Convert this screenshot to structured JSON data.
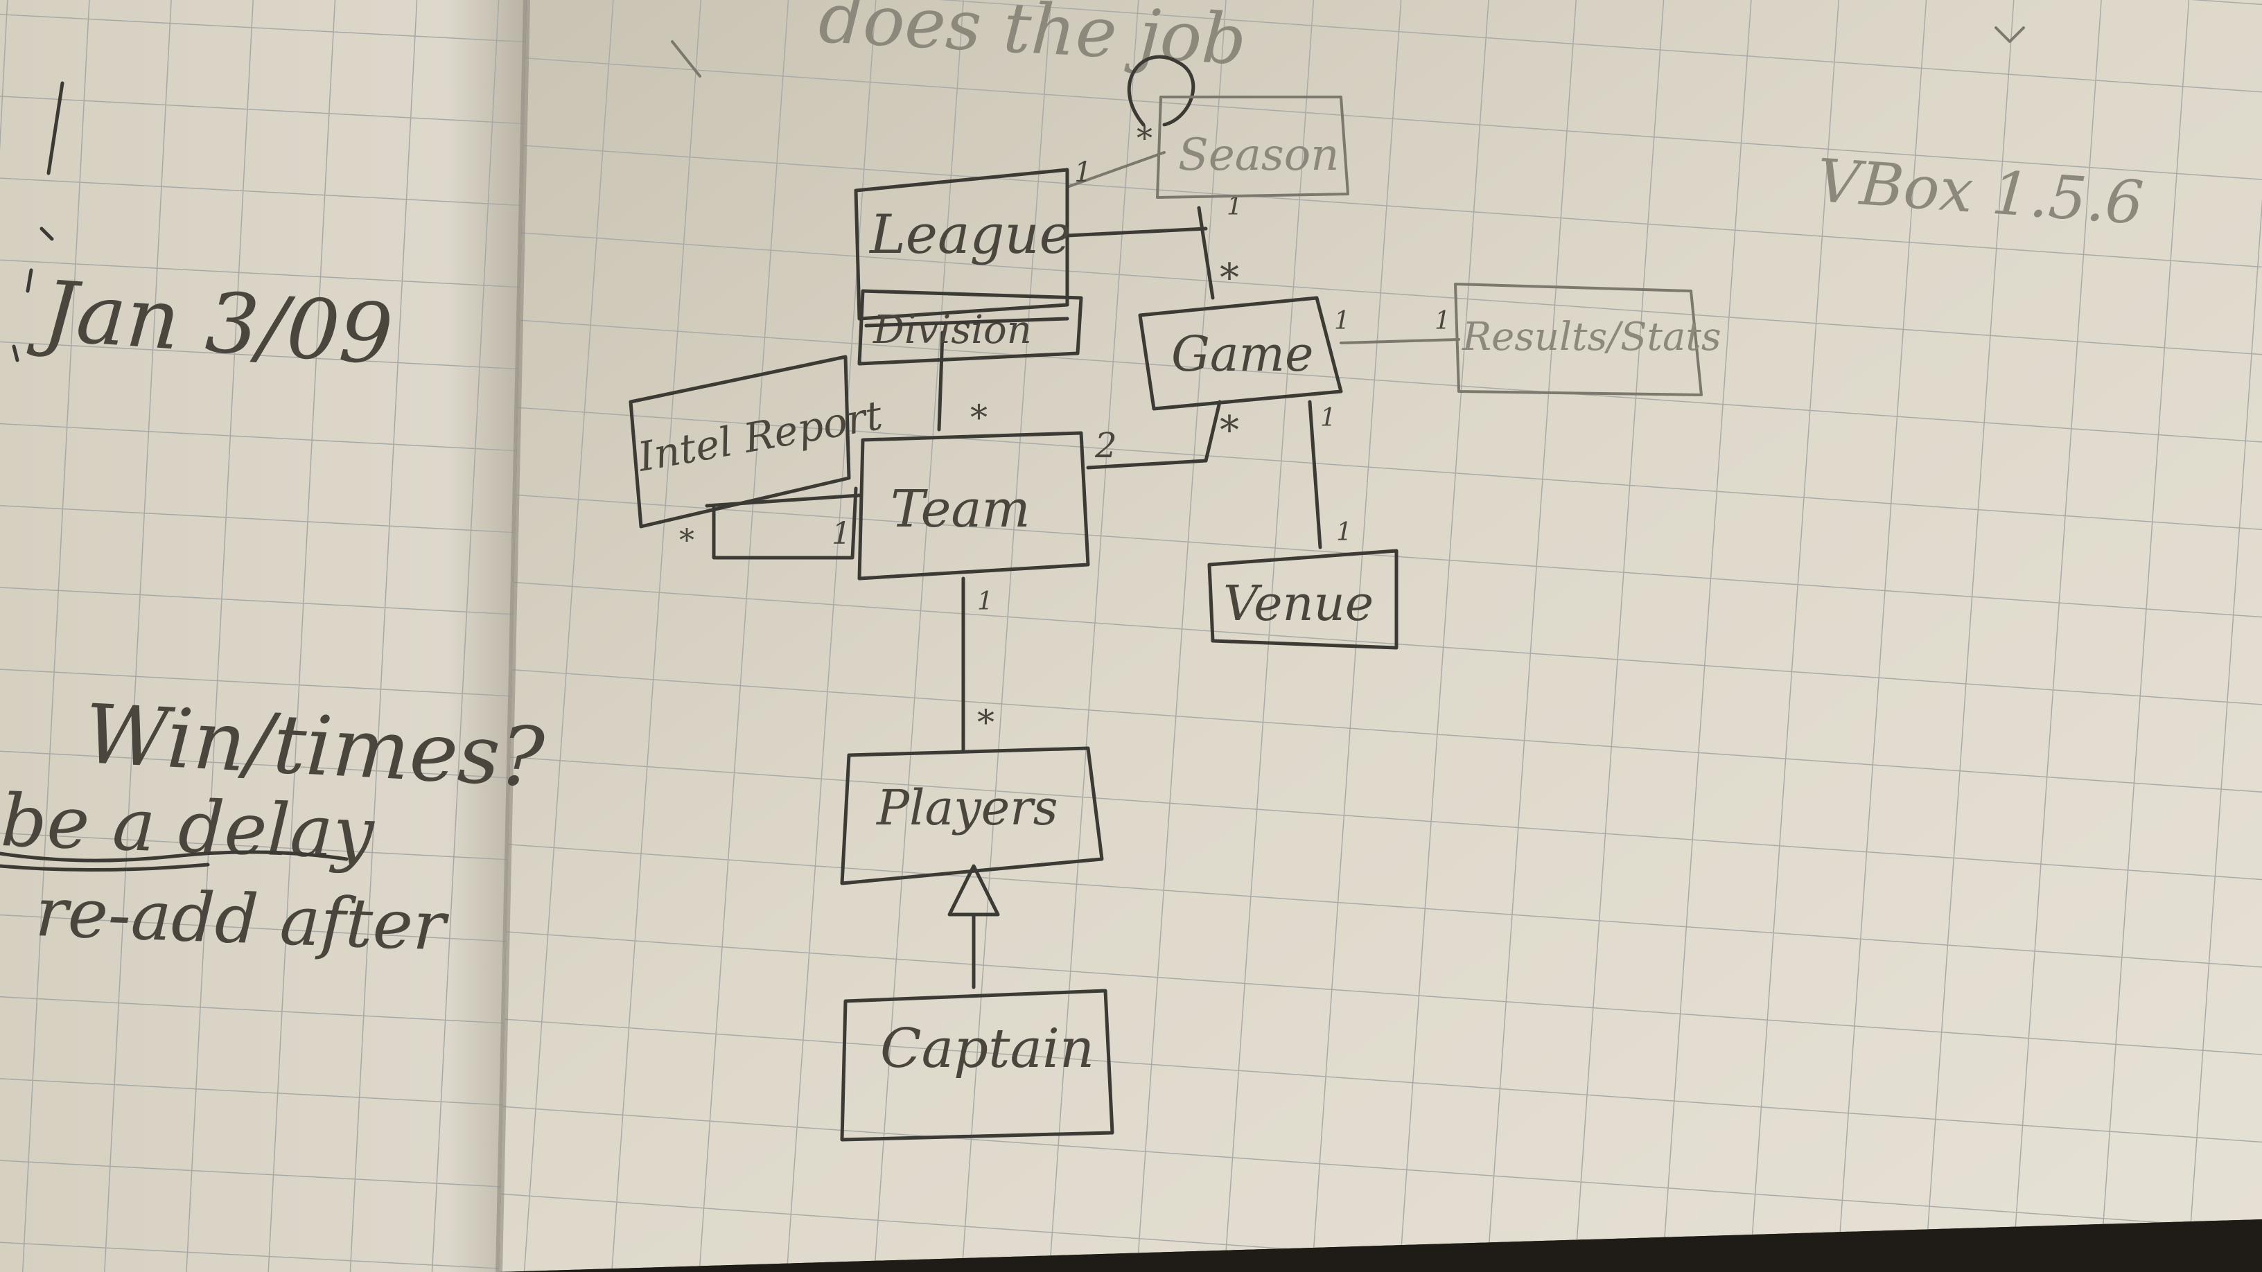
{
  "left_page": {
    "date": "Jan 3/09",
    "notes": [
      "Win/times?",
      "be a delay",
      "re-add after"
    ]
  },
  "right_page": {
    "top_note": "does the job",
    "side_note": "VBox 1.5.6"
  },
  "diagram": {
    "classes": {
      "season": "Season",
      "league": "League",
      "division": "Division",
      "game": "Game",
      "results": "Results/Stats",
      "intel_report": "Intel Report",
      "team": "Team",
      "venue": "Venue",
      "players": "Players",
      "captain": "Captain"
    },
    "multiplicities": {
      "league_season_league": "1",
      "league_season_season": "*",
      "season_self": "1",
      "season_game": "*",
      "division_team": "*",
      "game_results_game": "1",
      "game_results_results": "1",
      "team_game_team": "2",
      "team_game_game": "*",
      "game_venue_game": "1",
      "game_venue_venue": "1",
      "intel_team_intel": "*",
      "intel_team_team": "1",
      "team_players_team": "1",
      "team_players_players": "*"
    }
  }
}
